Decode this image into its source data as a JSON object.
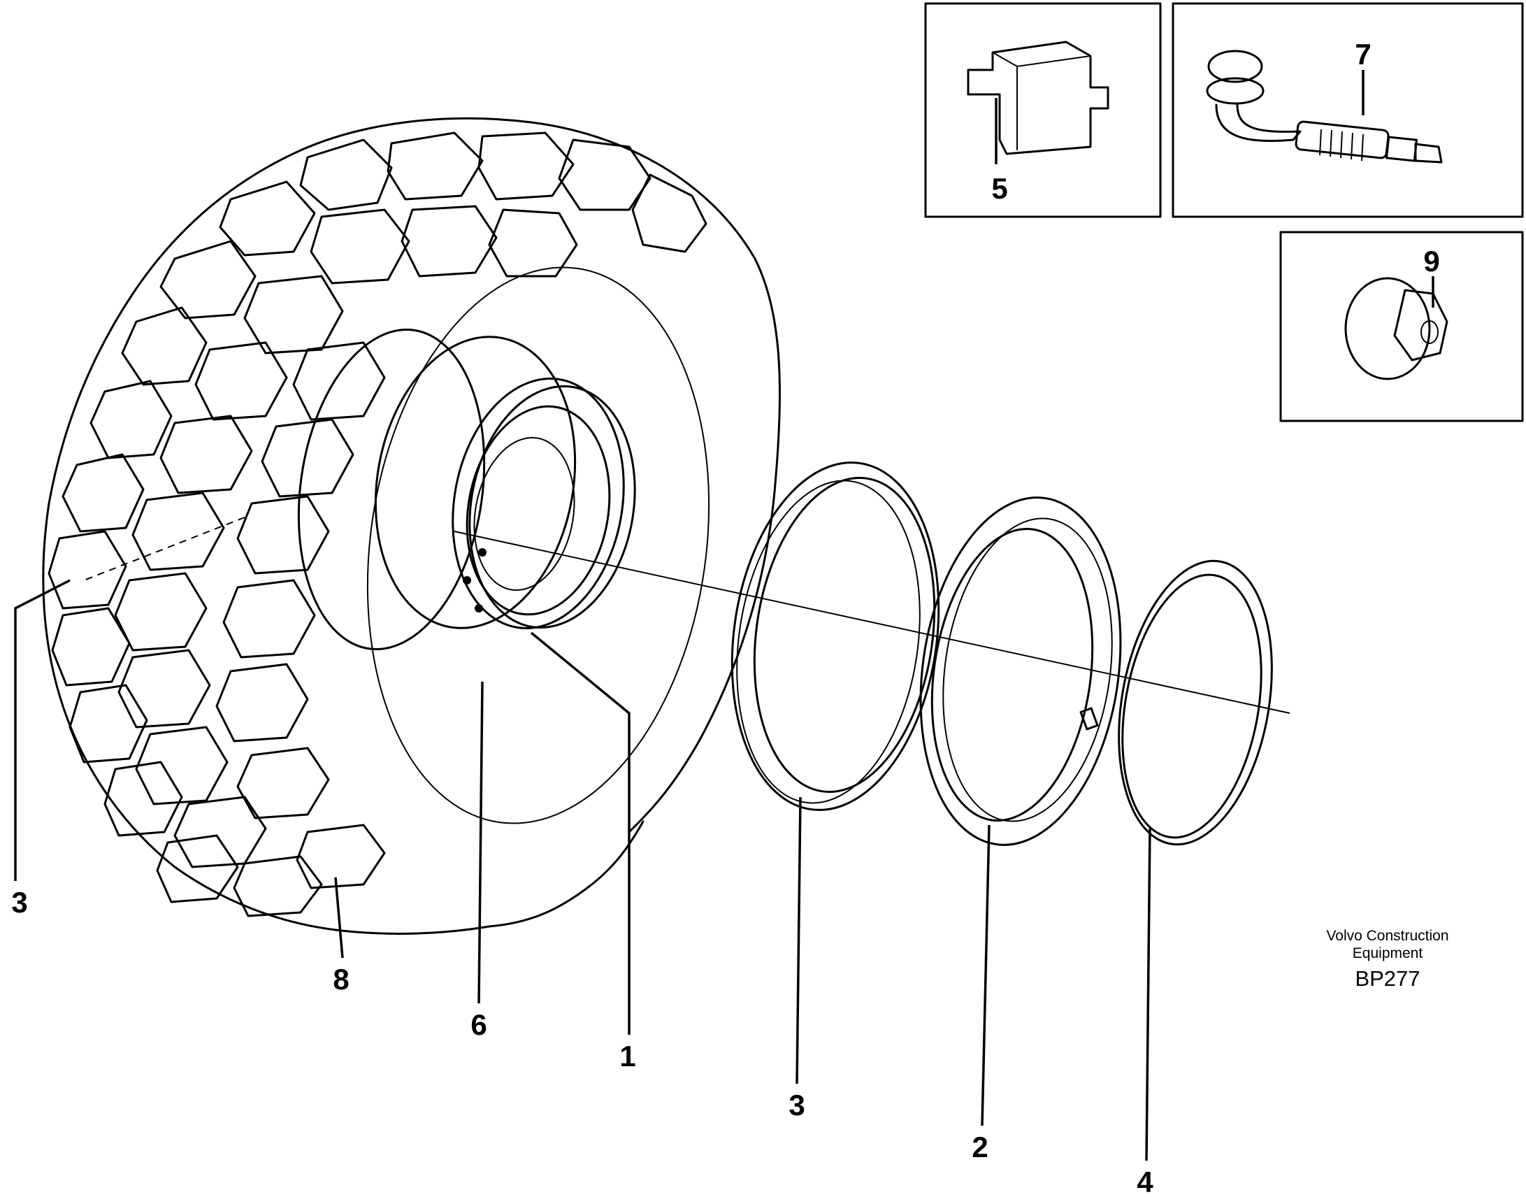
{
  "callouts": {
    "c1": "1",
    "c2": "2",
    "c3_left": "3",
    "c3_ring": "3",
    "c4": "4",
    "c5": "5",
    "c6": "6",
    "c7": "7",
    "c8": "8",
    "c9": "9"
  },
  "credit": {
    "line1": "Volvo Construction",
    "line2": "Equipment",
    "code": "BP277"
  },
  "icons": {
    "tyre": "tyre-icon",
    "rim": "rim-icon",
    "ring": "ring-icon",
    "lock_ring": "lock-ring-icon",
    "valve": "valve-icon",
    "nut": "nut-icon",
    "block": "block-icon"
  },
  "colors": {
    "ink": "#000000",
    "paper": "#ffffff"
  }
}
